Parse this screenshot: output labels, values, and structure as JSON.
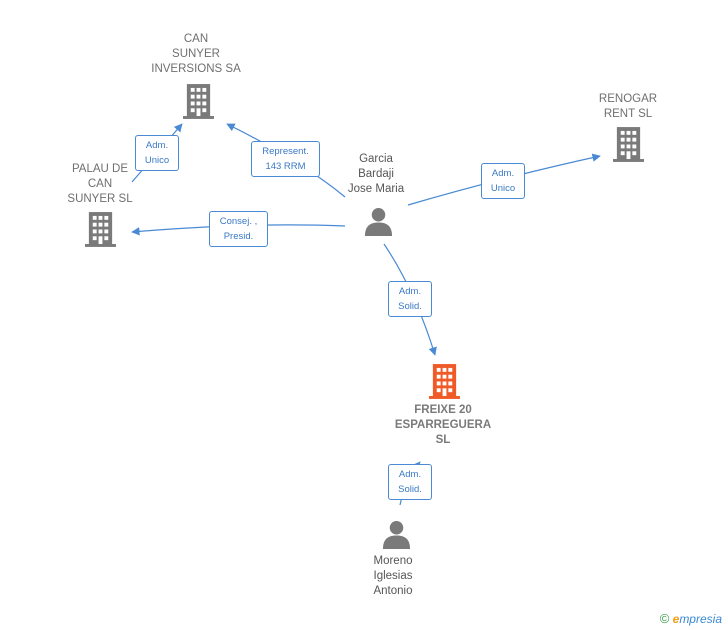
{
  "companies": {
    "can_sunyer": "CAN\nSUNYER\nINVERSIONS SA",
    "palau": "PALAU DE\nCAN\nSUNYER SL",
    "renogar": "RENOGAR\nRENT SL",
    "freixe": "FREIXE 20\nESPARREGUERA\nSL"
  },
  "persons": {
    "garcia": "Garcia\nBardaji\nJose Maria",
    "moreno": "Moreno\nIglesias\nAntonio"
  },
  "edges": {
    "adm_unico_1": "Adm.\nUnico",
    "represent": "Represent.\n143 RRM",
    "adm_unico_2": "Adm.\nUnico",
    "consej": "Consej. ,\nPresid.",
    "adm_solid_1": "Adm.\nSolid.",
    "adm_solid_2": "Adm.\nSolid."
  },
  "footer": {
    "copyright": "©",
    "brand_first": "e",
    "brand_rest": "mpresia"
  },
  "colors": {
    "edge": "#4a8ad4",
    "building": "#7a7a7a",
    "main_building": "#f05a28",
    "person": "#7a7a7a"
  }
}
